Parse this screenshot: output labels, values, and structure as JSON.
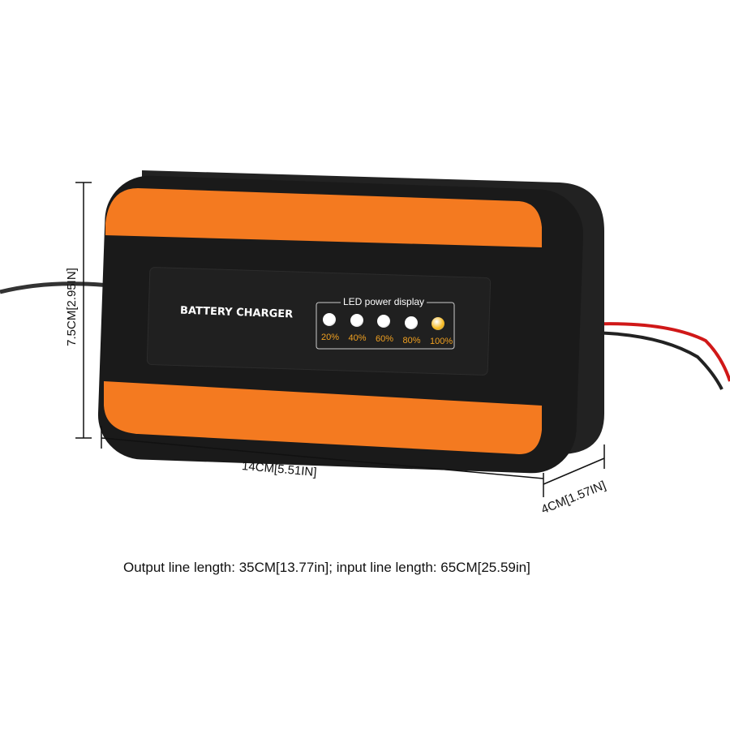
{
  "product": {
    "brand_label": "BATTERY CHARGER",
    "display_title": "LED power display",
    "leds": [
      {
        "label": "20%",
        "lit_color": "#ffffff"
      },
      {
        "label": "40%",
        "lit_color": "#ffffff"
      },
      {
        "label": "60%",
        "lit_color": "#ffffff"
      },
      {
        "label": "80%",
        "lit_color": "#ffffff"
      },
      {
        "label": "100%",
        "lit_color": "#f5b81c"
      }
    ],
    "body_color": "#1a1a1a",
    "accent_color": "#f47a20"
  },
  "dimensions": {
    "height": "7.5CM[2.95IN]",
    "width": "14CM[5.51IN]",
    "depth": "4CM[1.57IN]"
  },
  "caption": "Output line length: 35CM[13.77in]; input line length: 65CM[25.59in]"
}
